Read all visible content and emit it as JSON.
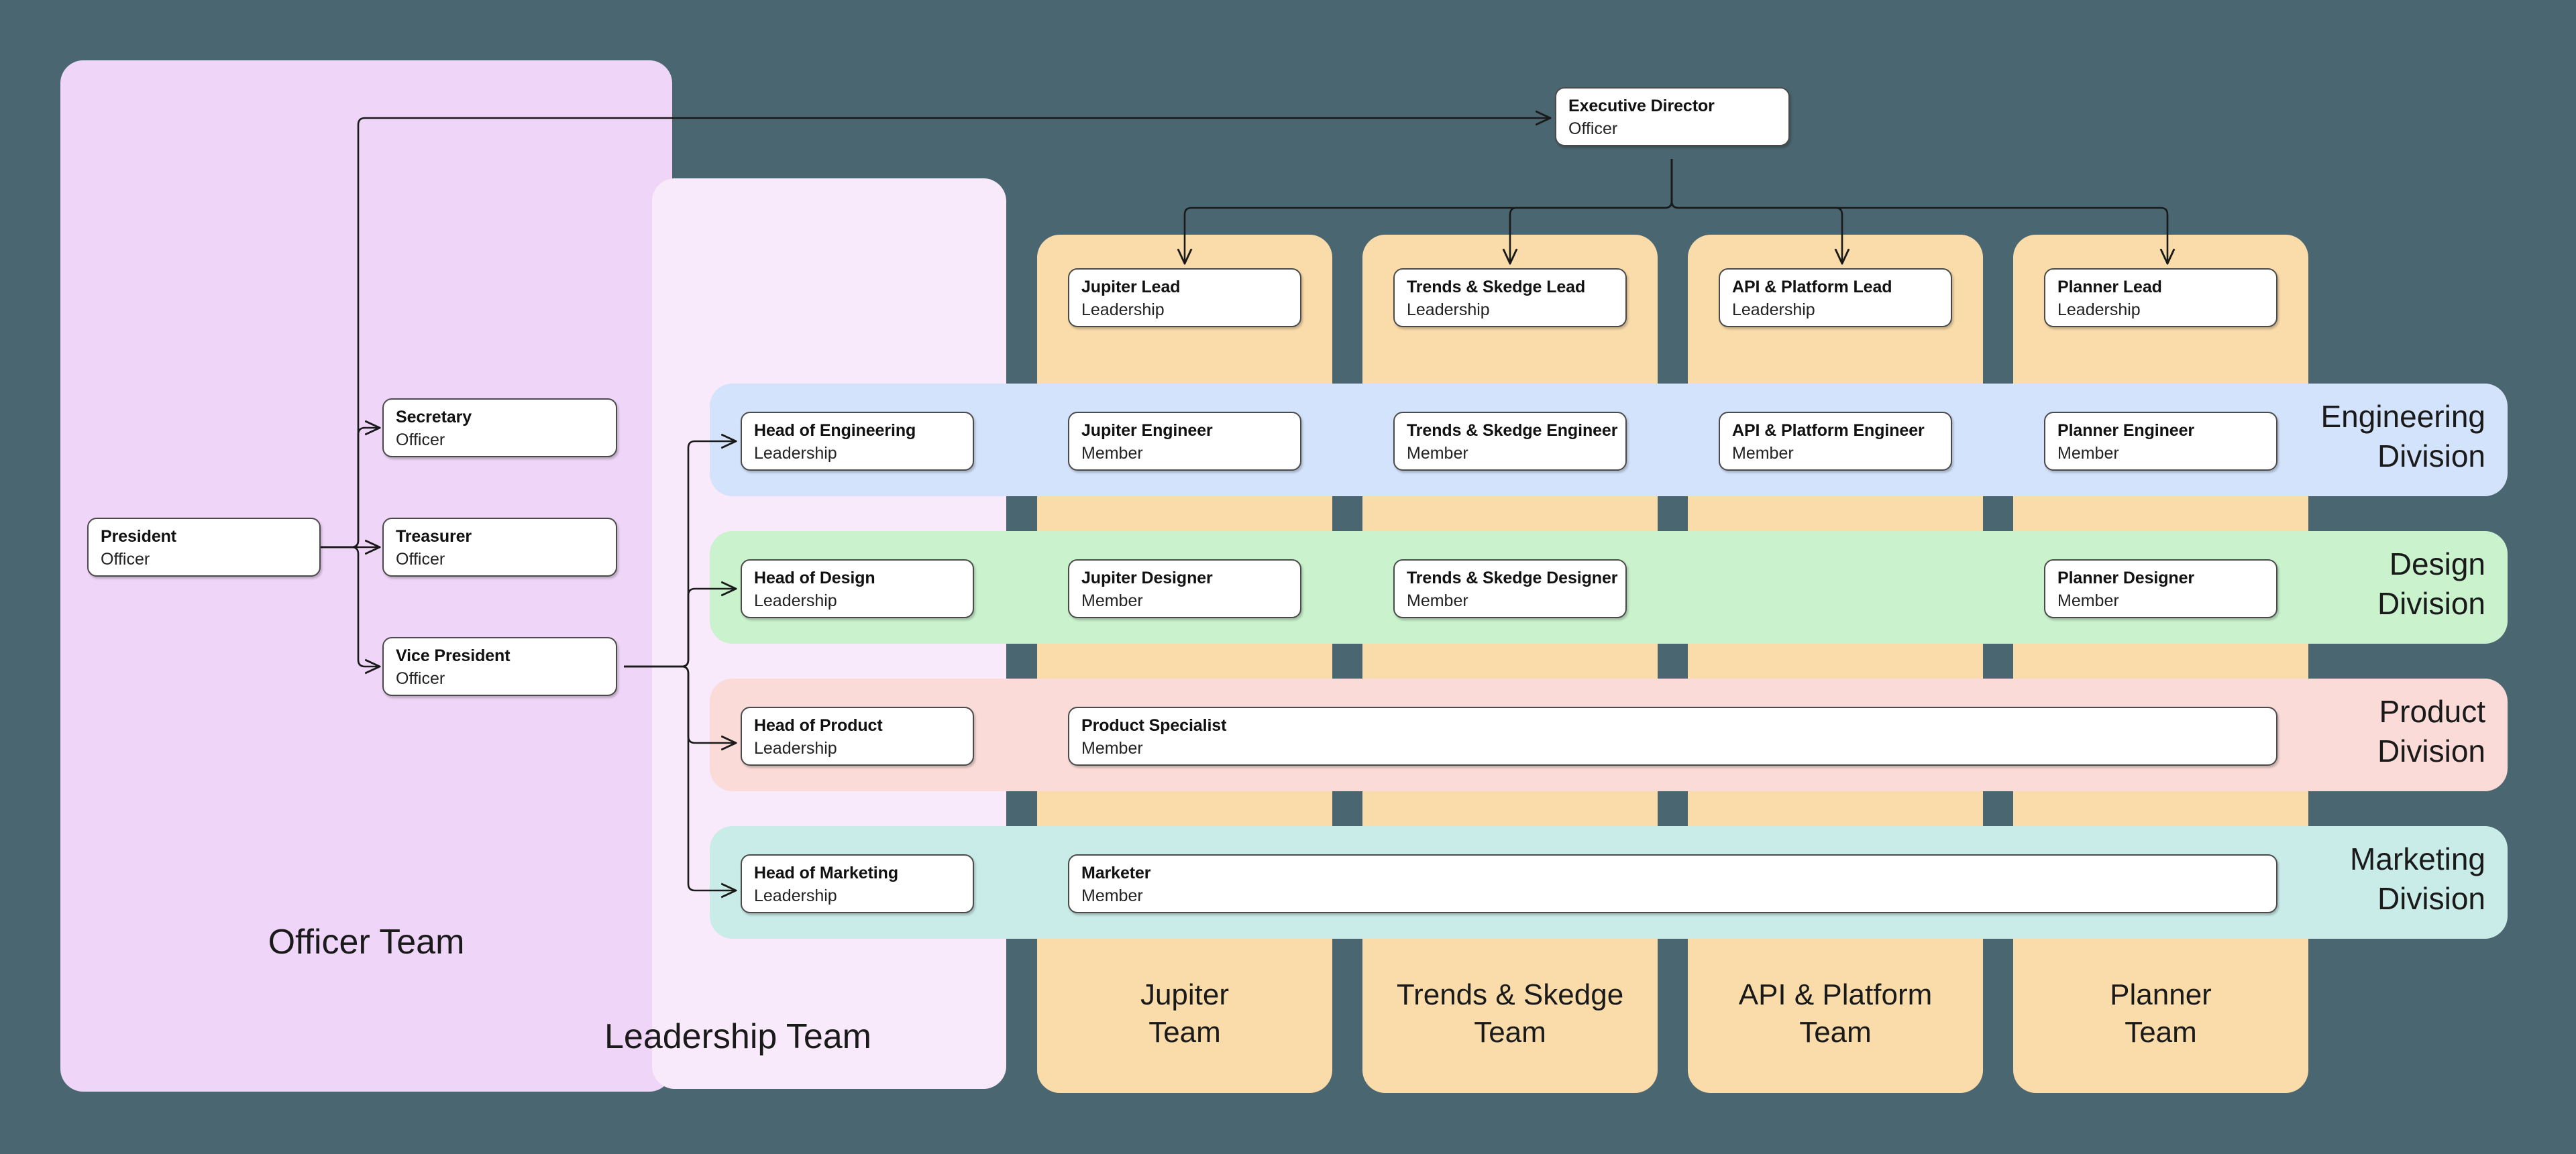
{
  "diagram": {
    "type": "org-chart",
    "background_color": "#4a6670",
    "groups": {
      "officer_team": {
        "label": "Officer Team",
        "color": "#efd5f7"
      },
      "leadership_team": {
        "label": "Leadership Team",
        "color": "#f8eafb"
      }
    },
    "team_columns": [
      {
        "label": "Jupiter\nTeam",
        "color": "#fadcaa"
      },
      {
        "label": "Trends & Skedge\nTeam",
        "color": "#fadcaa"
      },
      {
        "label": "API & Platform\nTeam",
        "color": "#fadcaa"
      },
      {
        "label": "Planner\nTeam",
        "color": "#fadcaa"
      }
    ],
    "divisions": [
      {
        "label": "Engineering\nDivision",
        "color": "#d3e3fb"
      },
      {
        "label": "Design\nDivision",
        "color": "#c9f2cd"
      },
      {
        "label": "Product\nDivision",
        "color": "#fadbd7"
      },
      {
        "label": "Marketing\nDivision",
        "color": "#c9ece9"
      }
    ],
    "nodes": {
      "president": {
        "title": "President",
        "role": "Officer"
      },
      "secretary": {
        "title": "Secretary",
        "role": "Officer"
      },
      "treasurer": {
        "title": "Treasurer",
        "role": "Officer"
      },
      "vice_president": {
        "title": "Vice President",
        "role": "Officer"
      },
      "executive_director": {
        "title": "Executive Director",
        "role": "Officer"
      },
      "jupiter_lead": {
        "title": "Jupiter Lead",
        "role": "Leadership"
      },
      "trends_lead": {
        "title": "Trends & Skedge Lead",
        "role": "Leadership"
      },
      "api_lead": {
        "title": "API & Platform Lead",
        "role": "Leadership"
      },
      "planner_lead": {
        "title": "Planner Lead",
        "role": "Leadership"
      },
      "head_engineering": {
        "title": "Head of Engineering",
        "role": "Leadership"
      },
      "jupiter_engineer": {
        "title": "Jupiter Engineer",
        "role": "Member"
      },
      "trends_engineer": {
        "title": "Trends & Skedge Engineer",
        "role": "Member"
      },
      "api_engineer": {
        "title": "API & Platform Engineer",
        "role": "Member"
      },
      "planner_engineer": {
        "title": "Planner Engineer",
        "role": "Member"
      },
      "head_design": {
        "title": "Head of Design",
        "role": "Leadership"
      },
      "jupiter_designer": {
        "title": "Jupiter Designer",
        "role": "Member"
      },
      "trends_designer": {
        "title": "Trends & Skedge Designer",
        "role": "Member"
      },
      "planner_designer": {
        "title": "Planner Designer",
        "role": "Member"
      },
      "head_product": {
        "title": "Head of Product",
        "role": "Leadership"
      },
      "product_specialist": {
        "title": "Product Specialist",
        "role": "Member"
      },
      "head_marketing": {
        "title": "Head of Marketing",
        "role": "Leadership"
      },
      "marketer": {
        "title": "Marketer",
        "role": "Member"
      }
    },
    "edges": [
      {
        "from": "president",
        "to": "secretary"
      },
      {
        "from": "president",
        "to": "treasurer"
      },
      {
        "from": "president",
        "to": "vice_president"
      },
      {
        "from": "president",
        "to": "executive_director"
      },
      {
        "from": "executive_director",
        "to": "jupiter_lead"
      },
      {
        "from": "executive_director",
        "to": "trends_lead"
      },
      {
        "from": "executive_director",
        "to": "api_lead"
      },
      {
        "from": "executive_director",
        "to": "planner_lead"
      },
      {
        "from": "vice_president",
        "to": "head_engineering"
      },
      {
        "from": "vice_president",
        "to": "head_design"
      },
      {
        "from": "vice_president",
        "to": "head_product"
      },
      {
        "from": "vice_president",
        "to": "head_marketing"
      }
    ]
  }
}
